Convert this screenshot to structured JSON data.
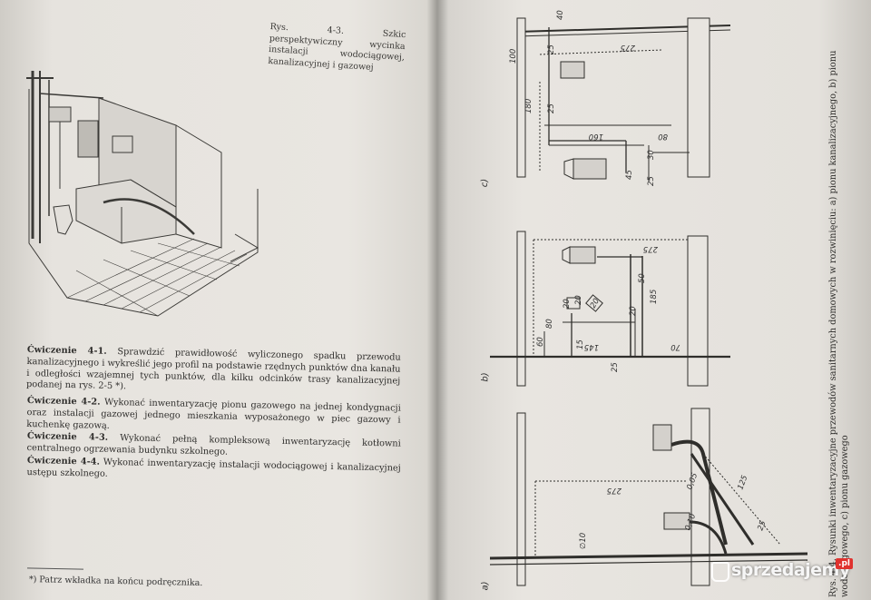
{
  "left_page": {
    "figure_caption": "Rys. 4-3. Szkic perspektywiczny wycinka instalacji wodociągowej, kanalizacyjnej i gazowej",
    "exercises": [
      {
        "label": "Ćwiczenie 4-1.",
        "text": "Sprawdzić prawidłowość wyliczonego spadku przewodu kanalizacyjnego i wykreślić jego profil na podstawie rzędnych punktów dna kanału i odległości wzajemnej tych punktów, dla kilku odcinków trasy kanalizacyjnej podanej na rys. 2-5 *)."
      },
      {
        "label": "Ćwiczenie 4-2.",
        "text": "Wykonać inwentaryzację pionu gazowego na jednej kondygnacji oraz instalacji gazowej jednego mieszkania wyposażonego w piec gazowy i kuchenkę gazową."
      },
      {
        "label": "Ćwiczenie 4-3.",
        "text": "Wykonać pełną kompleksową inwentaryzację kotłowni centralnego ogrzewania budynku szkolnego."
      },
      {
        "label": "Ćwiczenie 4-4.",
        "text": "Wykonać inwentaryzację instalacji wodociągowej i kanalizacyjnej ustępu szkolnego."
      }
    ],
    "footnote": "*) Patrz wkładka na końcu podręcznika."
  },
  "right_page": {
    "figure_caption": "Rys. 4-4. Rysunki inwentaryzacyjne przewodów sanitarnych domowych w rozwinięciu: a) pionu kanalizacyjnego, b) pionu wodociągowego, c) pionu gazowego",
    "panel_labels": [
      "c)",
      "b)",
      "a)"
    ],
    "dims_c": [
      "40",
      "100",
      "25",
      "275",
      "180",
      "25",
      "160",
      "80",
      "30",
      "25",
      "45"
    ],
    "dims_b": [
      "275",
      "50",
      "185",
      "20",
      "20",
      "80",
      "60",
      "15",
      "145",
      "25",
      "70",
      "20",
      "20"
    ],
    "dims_a": [
      "275",
      "0,05",
      "125",
      "0,10",
      "∅10",
      "25"
    ]
  },
  "watermark": {
    "text": "sprzedajemy",
    "badge": ".pl"
  }
}
